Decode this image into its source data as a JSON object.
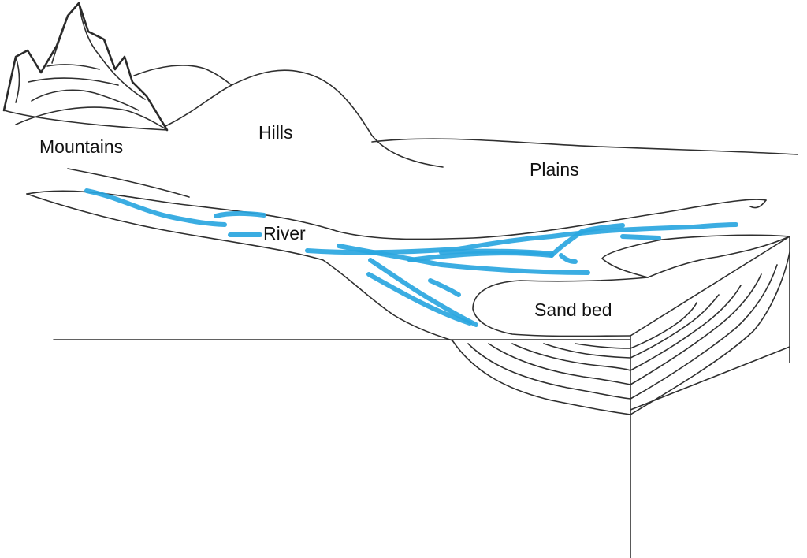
{
  "labels": {
    "mountains": "Mountains",
    "hills": "Hills",
    "plains": "Plains",
    "river": "River",
    "sand_bed": "Sand bed"
  },
  "colors": {
    "water": "#2aa6e0",
    "line": "#2f2f2f",
    "background": "#ffffff"
  }
}
